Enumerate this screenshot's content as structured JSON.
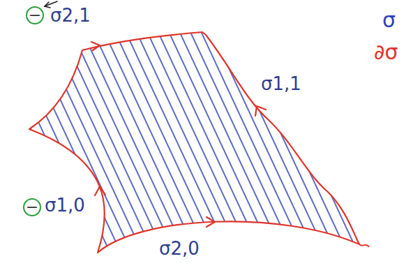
{
  "diagram": {
    "labels": [
      "−",
      "σ2,1",
      "σ1,1",
      "−",
      "σ1,0",
      "σ2,0",
      "σ",
      "∂σ"
    ]
  }
}
